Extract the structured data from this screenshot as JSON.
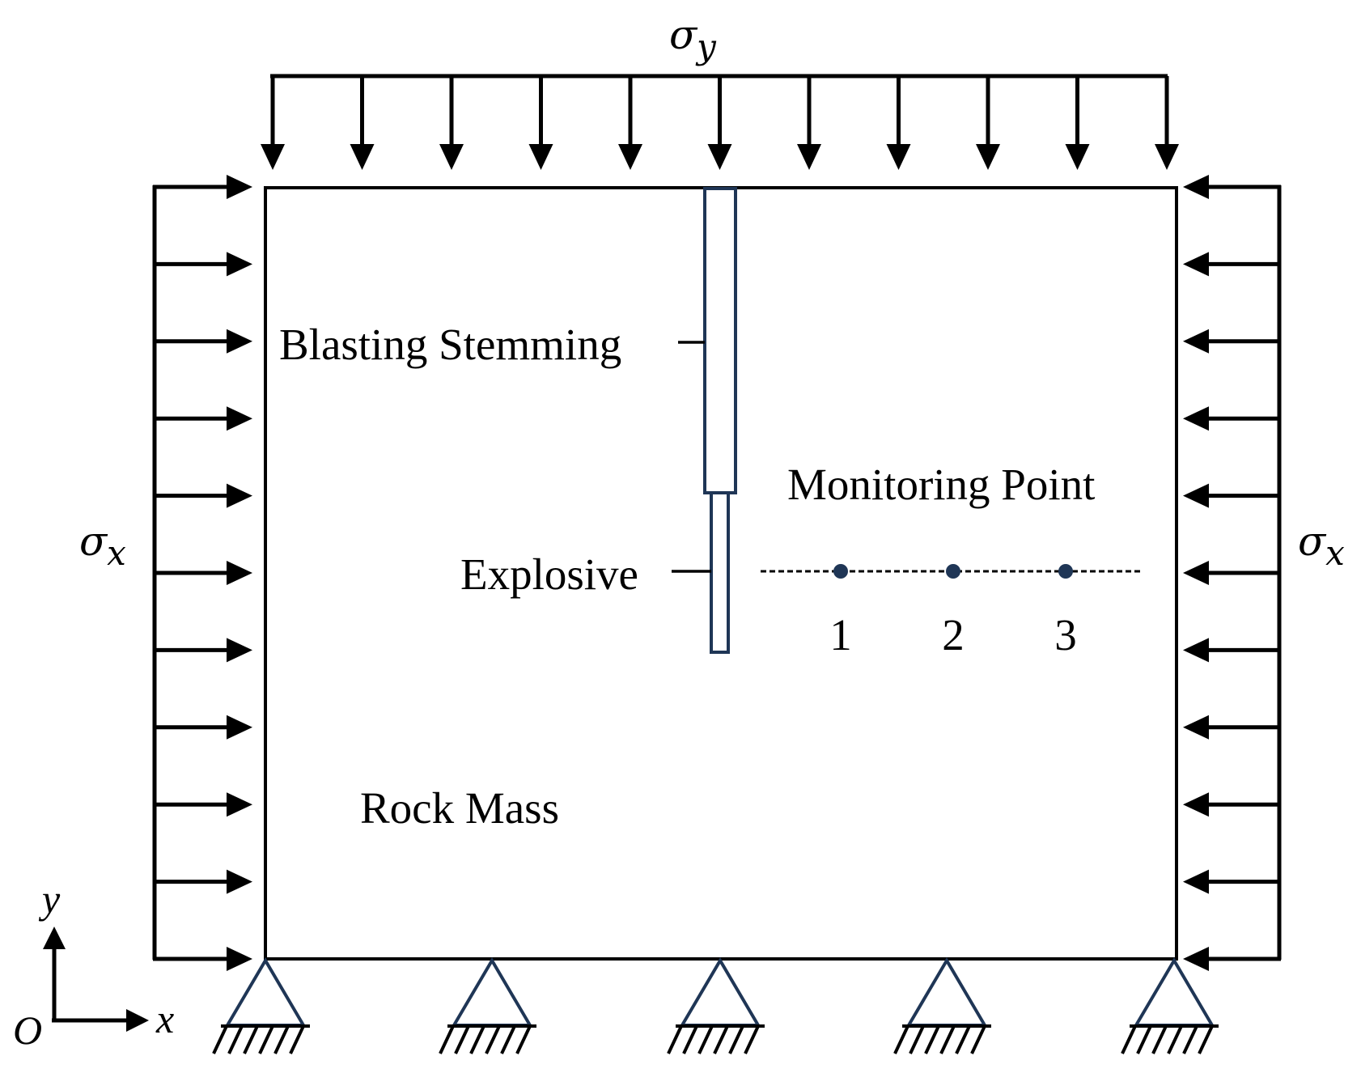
{
  "labels": {
    "sigma_y": "σy",
    "sigma_y_base": "σ",
    "sigma_y_sub": "y",
    "sigma_x_base": "σ",
    "sigma_x_sub": "x",
    "blasting_stemming": "Blasting Stemming",
    "monitoring_point": "Monitoring Point",
    "explosive": "Explosive",
    "rock_mass": "Rock Mass",
    "axis_y": "y",
    "axis_x": "x",
    "origin": "O"
  },
  "monitoring_points": [
    {
      "label": "1"
    },
    {
      "label": "2"
    },
    {
      "label": "3"
    }
  ],
  "colors": {
    "load_arrows": "#000000",
    "model_boundary": "#000000",
    "blasthole": "#1f3656",
    "monitoring": "#1f3656",
    "supports": "#1f3656"
  }
}
